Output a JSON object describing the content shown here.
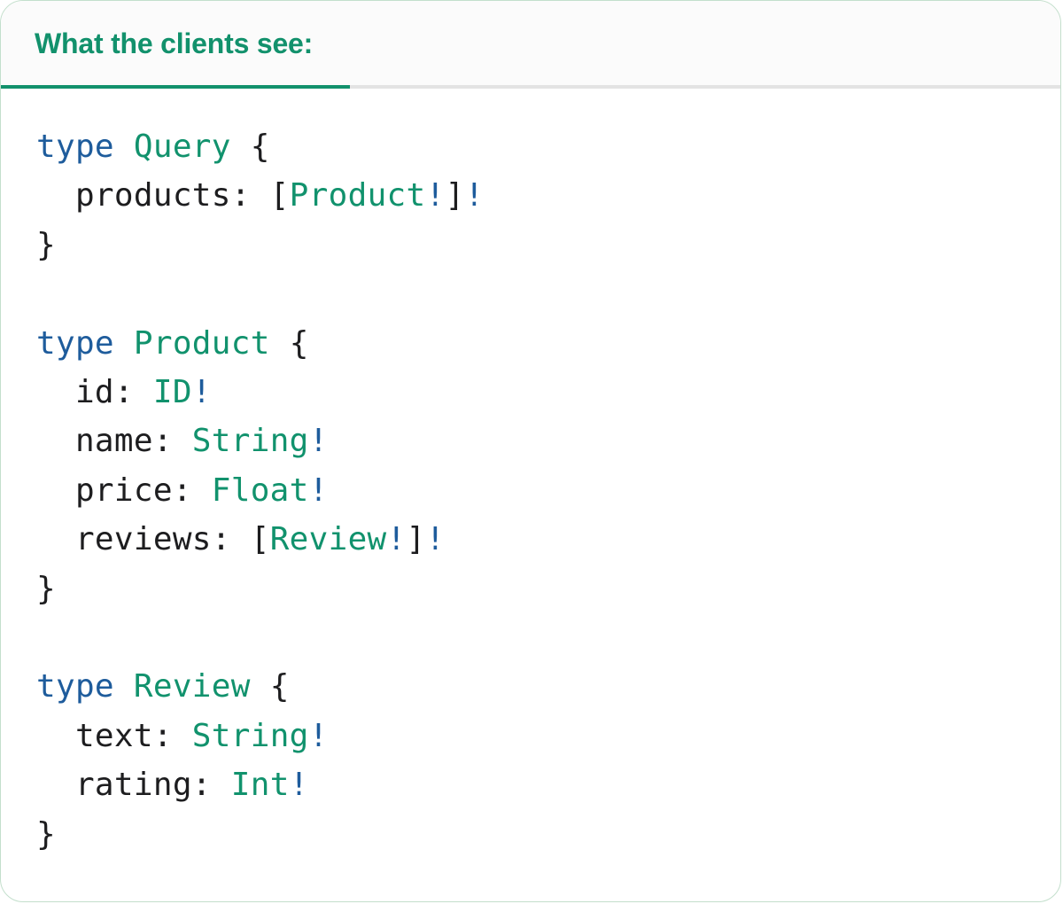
{
  "tabbar": {
    "active_tab_label": "What the clients see:"
  },
  "colors": {
    "accent_teal": "#12916c",
    "keyword_blue": "#1e5c9c",
    "type_teal": "#11926d",
    "plain_text": "#1d1d1f",
    "inactive_rule": "#e3e3e3",
    "card_border": "#c3dfcc"
  },
  "code": {
    "language": "graphql-sdl",
    "lines": [
      [
        [
          "kw",
          "type"
        ],
        [
          "pl",
          " "
        ],
        [
          "ty",
          "Query"
        ],
        [
          "pl",
          " {"
        ]
      ],
      [
        [
          "pl",
          "  products: ["
        ],
        [
          "ty",
          "Product"
        ],
        [
          "bg",
          "!"
        ],
        [
          "pl",
          "]"
        ],
        [
          "bg",
          "!"
        ]
      ],
      [
        [
          "pl",
          "}"
        ]
      ],
      [],
      [
        [
          "kw",
          "type"
        ],
        [
          "pl",
          " "
        ],
        [
          "ty",
          "Product"
        ],
        [
          "pl",
          " {"
        ]
      ],
      [
        [
          "pl",
          "  id: "
        ],
        [
          "ty",
          "ID"
        ],
        [
          "bg",
          "!"
        ]
      ],
      [
        [
          "pl",
          "  name: "
        ],
        [
          "ty",
          "String"
        ],
        [
          "bg",
          "!"
        ]
      ],
      [
        [
          "pl",
          "  price: "
        ],
        [
          "ty",
          "Float"
        ],
        [
          "bg",
          "!"
        ]
      ],
      [
        [
          "pl",
          "  reviews: ["
        ],
        [
          "ty",
          "Review"
        ],
        [
          "bg",
          "!"
        ],
        [
          "pl",
          "]"
        ],
        [
          "bg",
          "!"
        ]
      ],
      [
        [
          "pl",
          "}"
        ]
      ],
      [],
      [
        [
          "kw",
          "type"
        ],
        [
          "pl",
          " "
        ],
        [
          "ty",
          "Review"
        ],
        [
          "pl",
          " {"
        ]
      ],
      [
        [
          "pl",
          "  text: "
        ],
        [
          "ty",
          "String"
        ],
        [
          "bg",
          "!"
        ]
      ],
      [
        [
          "pl",
          "  rating: "
        ],
        [
          "ty",
          "Int"
        ],
        [
          "bg",
          "!"
        ]
      ],
      [
        [
          "pl",
          "}"
        ]
      ]
    ]
  }
}
